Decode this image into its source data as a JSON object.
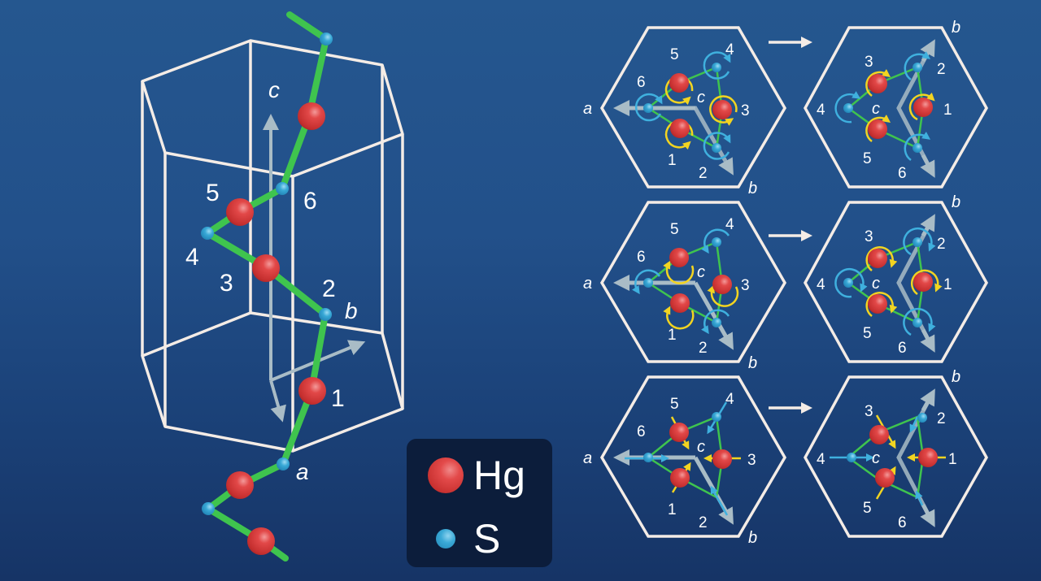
{
  "colors": {
    "background_top": "#25578f",
    "background_bottom": "#163466",
    "frame_line": "#f4ece6",
    "bond": "#3fc44e",
    "hg_atom": "#e04545",
    "s_atom": "#34a6d6",
    "axis_arrow": "#a9bcc6",
    "hg_motion": "#f2d421",
    "s_motion": "#3fb0de",
    "legend_bg": "#0c1d3b"
  },
  "unit_cell": {
    "axis_labels": {
      "c": "c",
      "b": "b",
      "a": "a"
    },
    "atom_labels": [
      "1",
      "2",
      "3",
      "4",
      "5",
      "6"
    ]
  },
  "legend": {
    "items": [
      {
        "symbol": "Hg",
        "icon": "red-sphere"
      },
      {
        "symbol": "S",
        "icon": "blue-sphere"
      }
    ]
  },
  "panels": {
    "rows": [
      {
        "mode": "rotation-1",
        "left": {
          "axis_a": "a",
          "axis_b": "b",
          "axis_c": "c",
          "numbers": [
            "1",
            "2",
            "3",
            "4",
            "5",
            "6"
          ]
        },
        "right": {
          "axis_b": "b",
          "axis_c": "c",
          "numbers": [
            "1",
            "2",
            "3",
            "4",
            "5",
            "6"
          ]
        }
      },
      {
        "mode": "rotation-2",
        "left": {
          "axis_a": "a",
          "axis_b": "b",
          "axis_c": "c",
          "numbers": [
            "1",
            "2",
            "3",
            "4",
            "5",
            "6"
          ]
        },
        "right": {
          "axis_b": "b",
          "axis_c": "c",
          "numbers": [
            "1",
            "2",
            "3",
            "4",
            "5",
            "6"
          ]
        }
      },
      {
        "mode": "linear",
        "left": {
          "axis_a": "a",
          "axis_b": "b",
          "axis_c": "c",
          "numbers": [
            "1",
            "2",
            "3",
            "4",
            "5",
            "6"
          ]
        },
        "right": {
          "axis_b": "b",
          "axis_c": "c",
          "numbers": [
            "1",
            "2",
            "3",
            "4",
            "5",
            "6"
          ]
        }
      }
    ],
    "transform_arrow": "right-arrow"
  }
}
